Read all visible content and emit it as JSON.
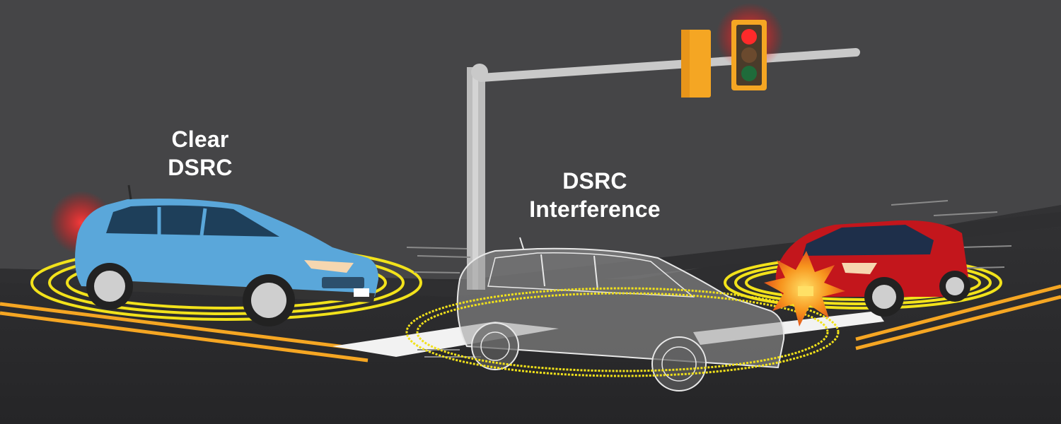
{
  "labels": {
    "clear": [
      "Clear",
      "DSRC"
    ],
    "interference": [
      "DSRC",
      "Interference"
    ]
  },
  "colors": {
    "sky": "#454547",
    "road": "#2a2a2c",
    "lane_line": "#f5a623",
    "crosswalk": "#f2f2f2",
    "pole": "#c9c9c9",
    "signal_housing": "#f5a623",
    "signal_red": "#ff2a2a",
    "signal_green": "#1f6b3a",
    "blue_car": "#5aa7da",
    "red_car": "#c3161c",
    "ghost_car": "#d9d9d9",
    "dsrc_ring": "#f2e21b",
    "collision": "#f7941d"
  },
  "icons": {
    "traffic_light": "traffic-light-icon",
    "signal_arm": "signal-arm-icon",
    "collision": "collision-burst-icon"
  }
}
